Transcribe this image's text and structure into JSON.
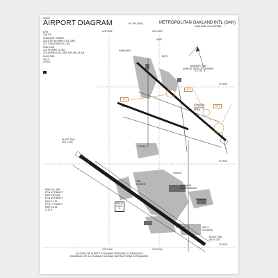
{
  "header": {
    "doc_id": "14203",
    "title": "AIRPORT DIAGRAM",
    "al_code": "AL-294 (FAA)",
    "airport_name": "METROPOLITAN OAKLAND INTL (OAK)",
    "city": "OAKLAND, CALIFORNIA"
  },
  "frequencies": [
    "ATIS",
    "128.775",
    "OAKLAND TOWER",
    "118.3 291.65 (RWYS 10L-28R,",
    "127.2 236.6 (RWY 12-30)",
    "GND CON",
    "121.75 (RWY 12-30)",
    "121.9 (RWYS 10L-28R,10R-28L,15-33)",
    "CLNC DEL",
    "121.1",
    "CPDLC"
  ],
  "coords": {
    "lon_top_left": "122°14'W",
    "lon_top_right": "122°13'W",
    "lon_bottom_left": "122°14'W",
    "lon_bottom_right": "122°13'W",
    "lat_1": "37°44'N",
    "lat_2": "37°43'N",
    "lat_3": "37°42'N"
  },
  "hot_spots": [
    "HS 1",
    "HS 2",
    "HS 3"
  ],
  "variation": [
    "JANUARY 2015",
    "ANNUAL RATE OF CHANGE",
    "0.1° W"
  ],
  "labels": {
    "hangars": "HANGARS",
    "hws": "HWS",
    "emas": "EMAS",
    "general_aviation": "GENERAL",
    "general_aviation_2": "AVIATION",
    "general_aviation_3": "AREA",
    "fedex": "FEDEX",
    "cargo": "CARGO",
    "oakland_maint": "OAKLAND",
    "oakland_maint_2": "MAINTENANCE",
    "terminal": "TERMINAL",
    "fire_station": "FIRE",
    "fire_station_2": "STATION",
    "ron_parking": "RON",
    "ron_parking_2": "PARKING",
    "blast_pad_top": "BLAST PAD",
    "blast_pad_top_2": "400 X 220",
    "blast_pad_bottom": "BLAST PAD",
    "blast_pad_bottom_2": "400 X 220",
    "cat2_holding": "CAT 2",
    "cat2_holding_2": "HOLDING",
    "elev": "ELEV",
    "field_elev": "FIELD",
    "field_elev_2": "ELEV",
    "field_elev_3": "9"
  },
  "runway_legend": [
    "RWY 10L-28R",
    "PCN 67 F/B/W/T",
    "RWY 10R-28L",
    "PCN 59 F/B/W/T",
    "RWY 12-30",
    "PCN 77 F/A/W/T",
    "RWY 15-33",
    "S-12.5"
  ],
  "caution": [
    "CAUTION: BE ALERT TO RUNWAY CROSSING CLEARANCES.",
    "READBACK OF ALL RUNWAY HOLDING INSTRUCTIONS IS REQUIRED."
  ],
  "colors": {
    "hot_spot": "#d08a3a",
    "runway": "#1a1a1a",
    "apron": "#b8b8b8"
  }
}
